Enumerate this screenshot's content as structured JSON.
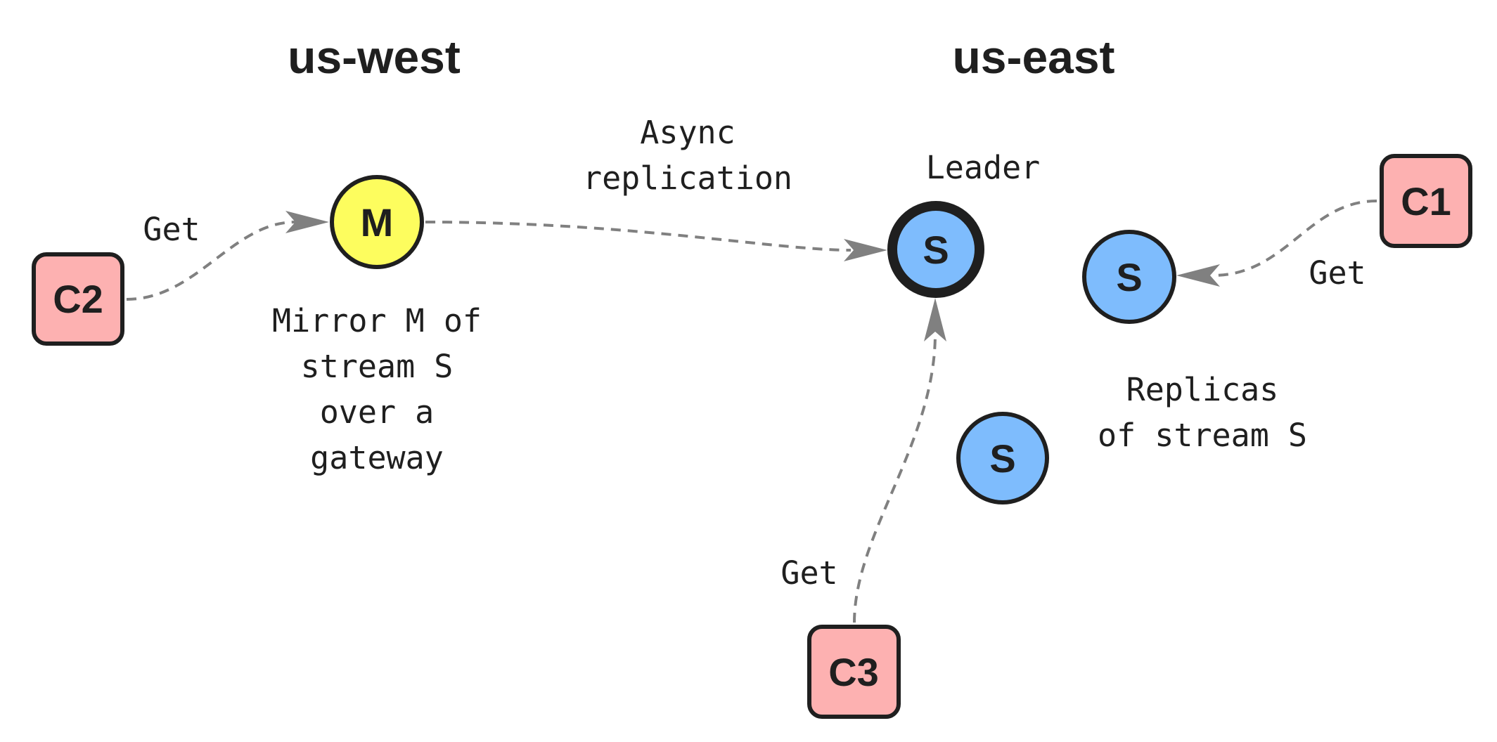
{
  "regions": {
    "west": "us-west",
    "east": "us-east"
  },
  "nodes": {
    "mirror": "M",
    "leader": "S",
    "replica_top": "S",
    "replica_bottom": "S",
    "client_c1": "C1",
    "client_c2": "C2",
    "client_c3": "C3"
  },
  "labels": {
    "c2_get": "Get",
    "c1_get": "Get",
    "c3_get": "Get",
    "async_line1": "Async",
    "async_line2": "replication",
    "leader": "Leader",
    "mirror_line1": "Mirror M of",
    "mirror_line2": "stream S",
    "mirror_line3": "over a",
    "mirror_line4": "gateway",
    "replicas_line1": "Replicas",
    "replicas_line2": "of stream S"
  },
  "colors": {
    "mirror_fill": "#fdfd5e",
    "stream_fill": "#7ebcfd",
    "client_fill": "#fdb1b1",
    "outline": "#1f1f1f",
    "edge": "#808080"
  }
}
